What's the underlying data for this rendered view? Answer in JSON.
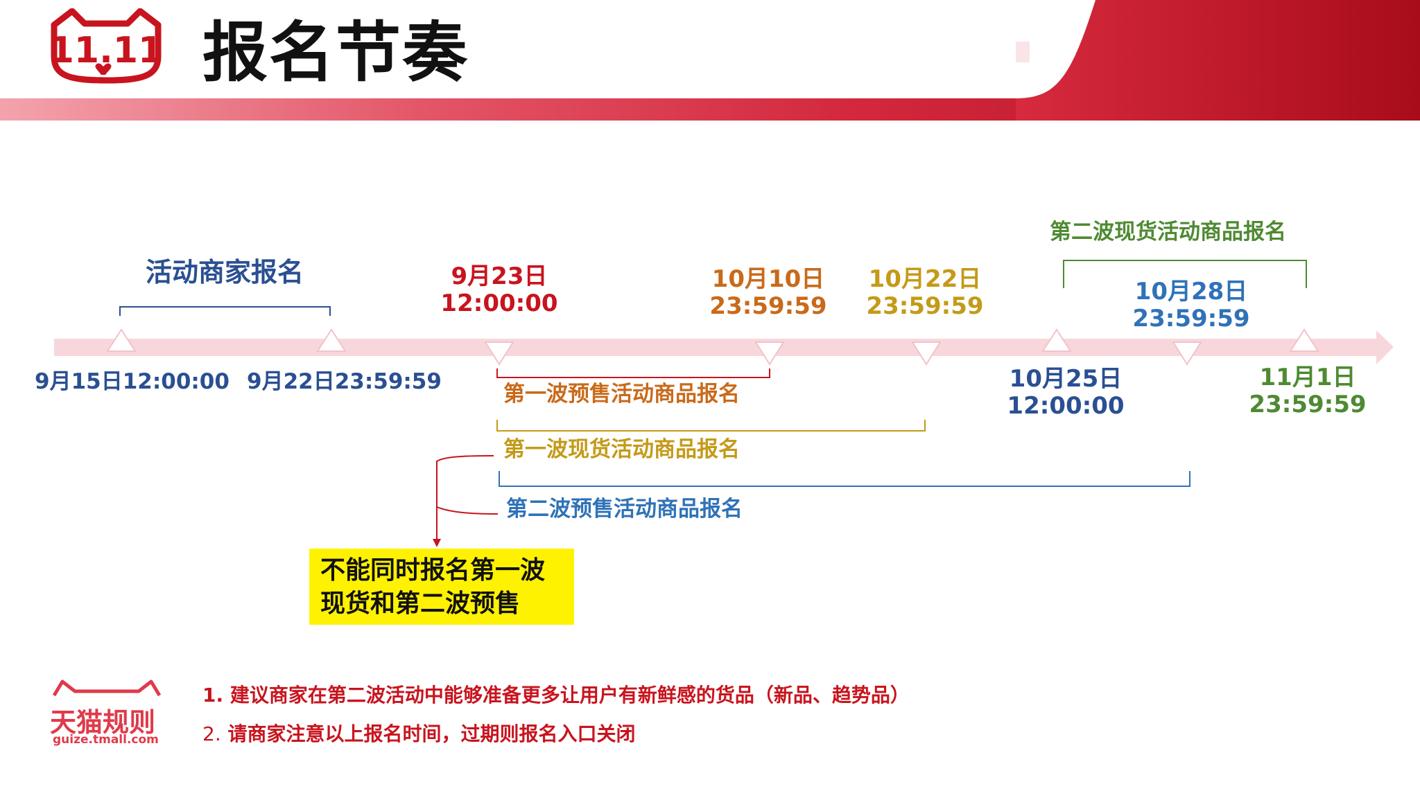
{
  "header": {
    "title": "报名节奏",
    "logo_text": "11.11"
  },
  "timeline": {
    "merchant_registration": "活动商家报名",
    "date_sep15": "9月15日12:00:00",
    "date_sep22": "9月22日23:59:59",
    "date_sep23": [
      "9月23日",
      "12:00:00"
    ],
    "date_oct10": [
      "10月10日",
      "23:59:59"
    ],
    "date_oct22": [
      "10月22日",
      "23:59:59"
    ],
    "date_oct25": [
      "10月25日",
      "12:00:00"
    ],
    "date_oct28": [
      "10月28日",
      "23:59:59"
    ],
    "date_nov1": [
      "11月1日",
      "23:59:59"
    ],
    "wave1_presale": "第一波预售活动商品报名",
    "wave1_spot": "第一波现货活动商品报名",
    "wave2_presale": "第二波预售活动商品报名",
    "wave2_spot": "第二波现货活动商品报名"
  },
  "warning": {
    "line1": "不能同时报名第一波",
    "line2": "现货和第二波预售"
  },
  "footer": {
    "brand": "天猫规则",
    "url": "guize.tmall.com",
    "notes": [
      {
        "num": "1.",
        "text": "建议商家在第二波活动中能够准备更多让用户有新鲜感的货品（新品、趋势品）"
      },
      {
        "num": "2.",
        "text": "请商家注意以上报名时间，过期则报名入口关闭"
      }
    ]
  },
  "colors": {
    "accent_red": "#c8141e",
    "navy": "#2a4f92",
    "orange": "#c96a1a",
    "gold": "#c49a18",
    "blue": "#2f72b8",
    "green": "#4e8a32",
    "highlight": "#fff200"
  }
}
